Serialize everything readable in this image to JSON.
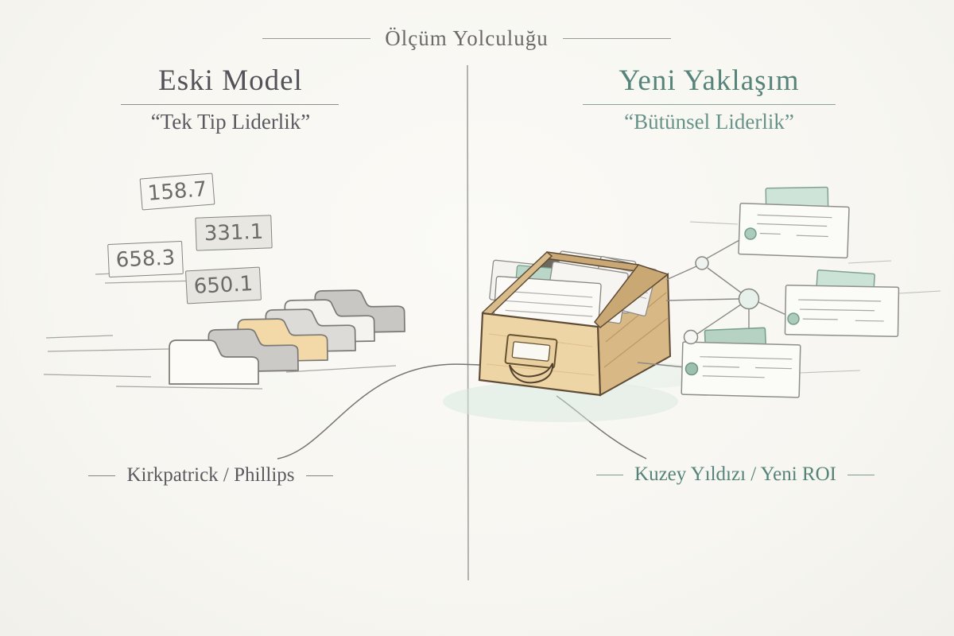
{
  "title": "Ölçüm Yolculuğu",
  "left_panel": {
    "heading": "Eski Model",
    "subtitle": "“Tek Tip Liderlik”",
    "metric_tags": [
      {
        "value": "158.7"
      },
      {
        "value": "331.1"
      },
      {
        "value": "658.3"
      },
      {
        "value": "650.1"
      }
    ],
    "footer_label": "Kirkpatrick / Phillips"
  },
  "right_panel": {
    "heading": "Yeni Yaklaşım",
    "subtitle": "“Bütünsel Liderlik”",
    "footer_label": "Kuzey Yıldızı / Yeni ROI"
  },
  "icons": {
    "left_illustration": "folder-tabs-icon",
    "center_illustration": "card-catalog-drawer-icon",
    "right_illustration": "index-card-network-icon"
  },
  "colors": {
    "background": "#f7f6f1",
    "ink_gray": "#5b5a57",
    "accent_teal": "#56847a",
    "tag_fill_light": "#f7f6f2",
    "tag_fill_gray": "#e8e7e1",
    "folder_tan": "#f3d9a8",
    "wood_light": "#eed5a6",
    "wood_mid": "#d8b884",
    "card_tab_teal": "#cfe4d9",
    "line_gray": "#8b8b87"
  }
}
